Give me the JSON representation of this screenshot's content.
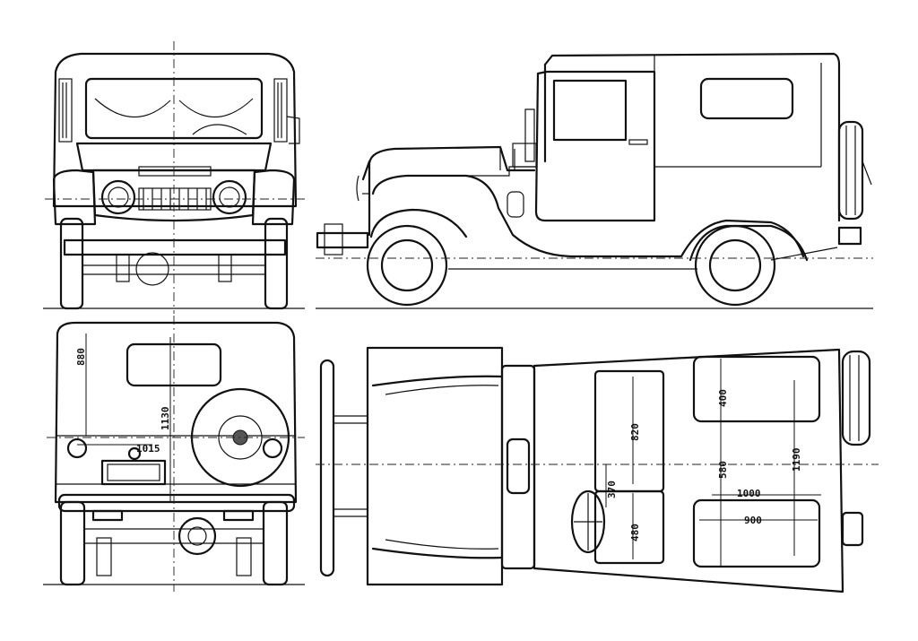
{
  "drawing": {
    "views": [
      "front",
      "side",
      "rear",
      "top"
    ],
    "dimensions": {
      "rear_880": "880",
      "rear_1130": "1130",
      "rear_1015": "1015",
      "top_820": "820",
      "top_370": "370",
      "top_480": "480",
      "top_580": "580",
      "top_400": "400",
      "top_1190": "1190",
      "top_1000": "1000",
      "top_900": "900"
    },
    "colors": {
      "line": "#111111",
      "background": "#ffffff"
    }
  }
}
